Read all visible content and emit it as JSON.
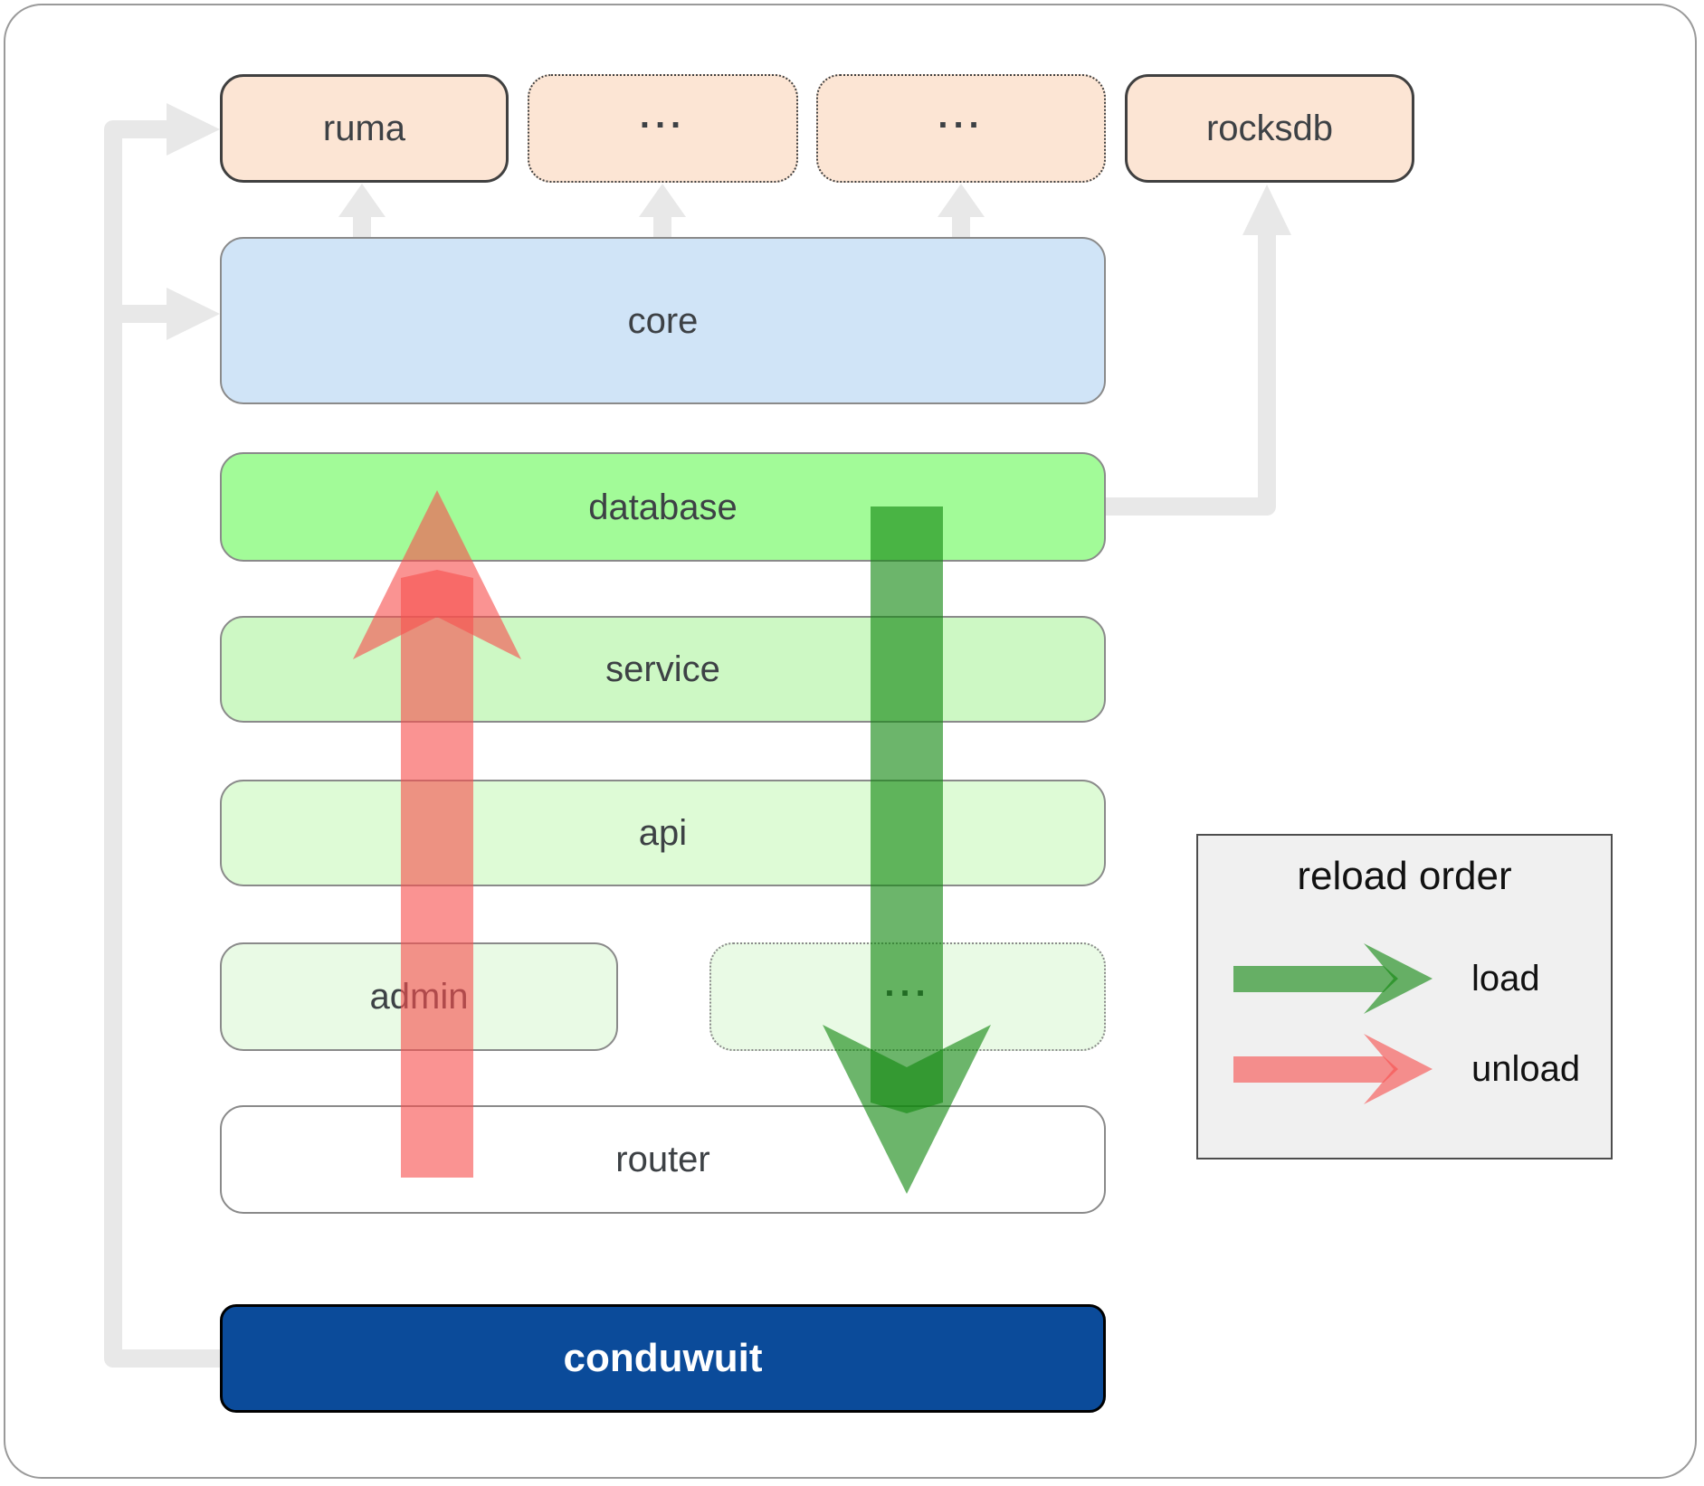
{
  "boxes": {
    "ruma": "ruma",
    "ellipsis_1": "...",
    "ellipsis_2": "...",
    "rocksdb": "rocksdb",
    "core": "core",
    "database": "database",
    "service": "service",
    "api": "api",
    "admin": "admin",
    "ellipsis_3": "...",
    "router": "router",
    "conduwuit": "conduwuit"
  },
  "legend": {
    "title": "reload order",
    "items": [
      {
        "label": "load"
      },
      {
        "label": "unload"
      }
    ]
  },
  "colors": {
    "peach_box": "#fce5d4",
    "core_box": "#d0e4f7",
    "database_box": "#a2fb98",
    "service_box": "#cdf8c4",
    "api_box": "#defbd6",
    "admin_box": "#e9fae5",
    "router_box": "#ffffff",
    "conduwuit_box": "#0b4b9a",
    "conduwuit_text": "#ffffff",
    "label_text": "#3d4145",
    "connector_gray": "#e8e8e8",
    "load_arrow": "#118810",
    "unload_arrow": "#f7504f",
    "legend_bg": "#f0f0f0"
  }
}
